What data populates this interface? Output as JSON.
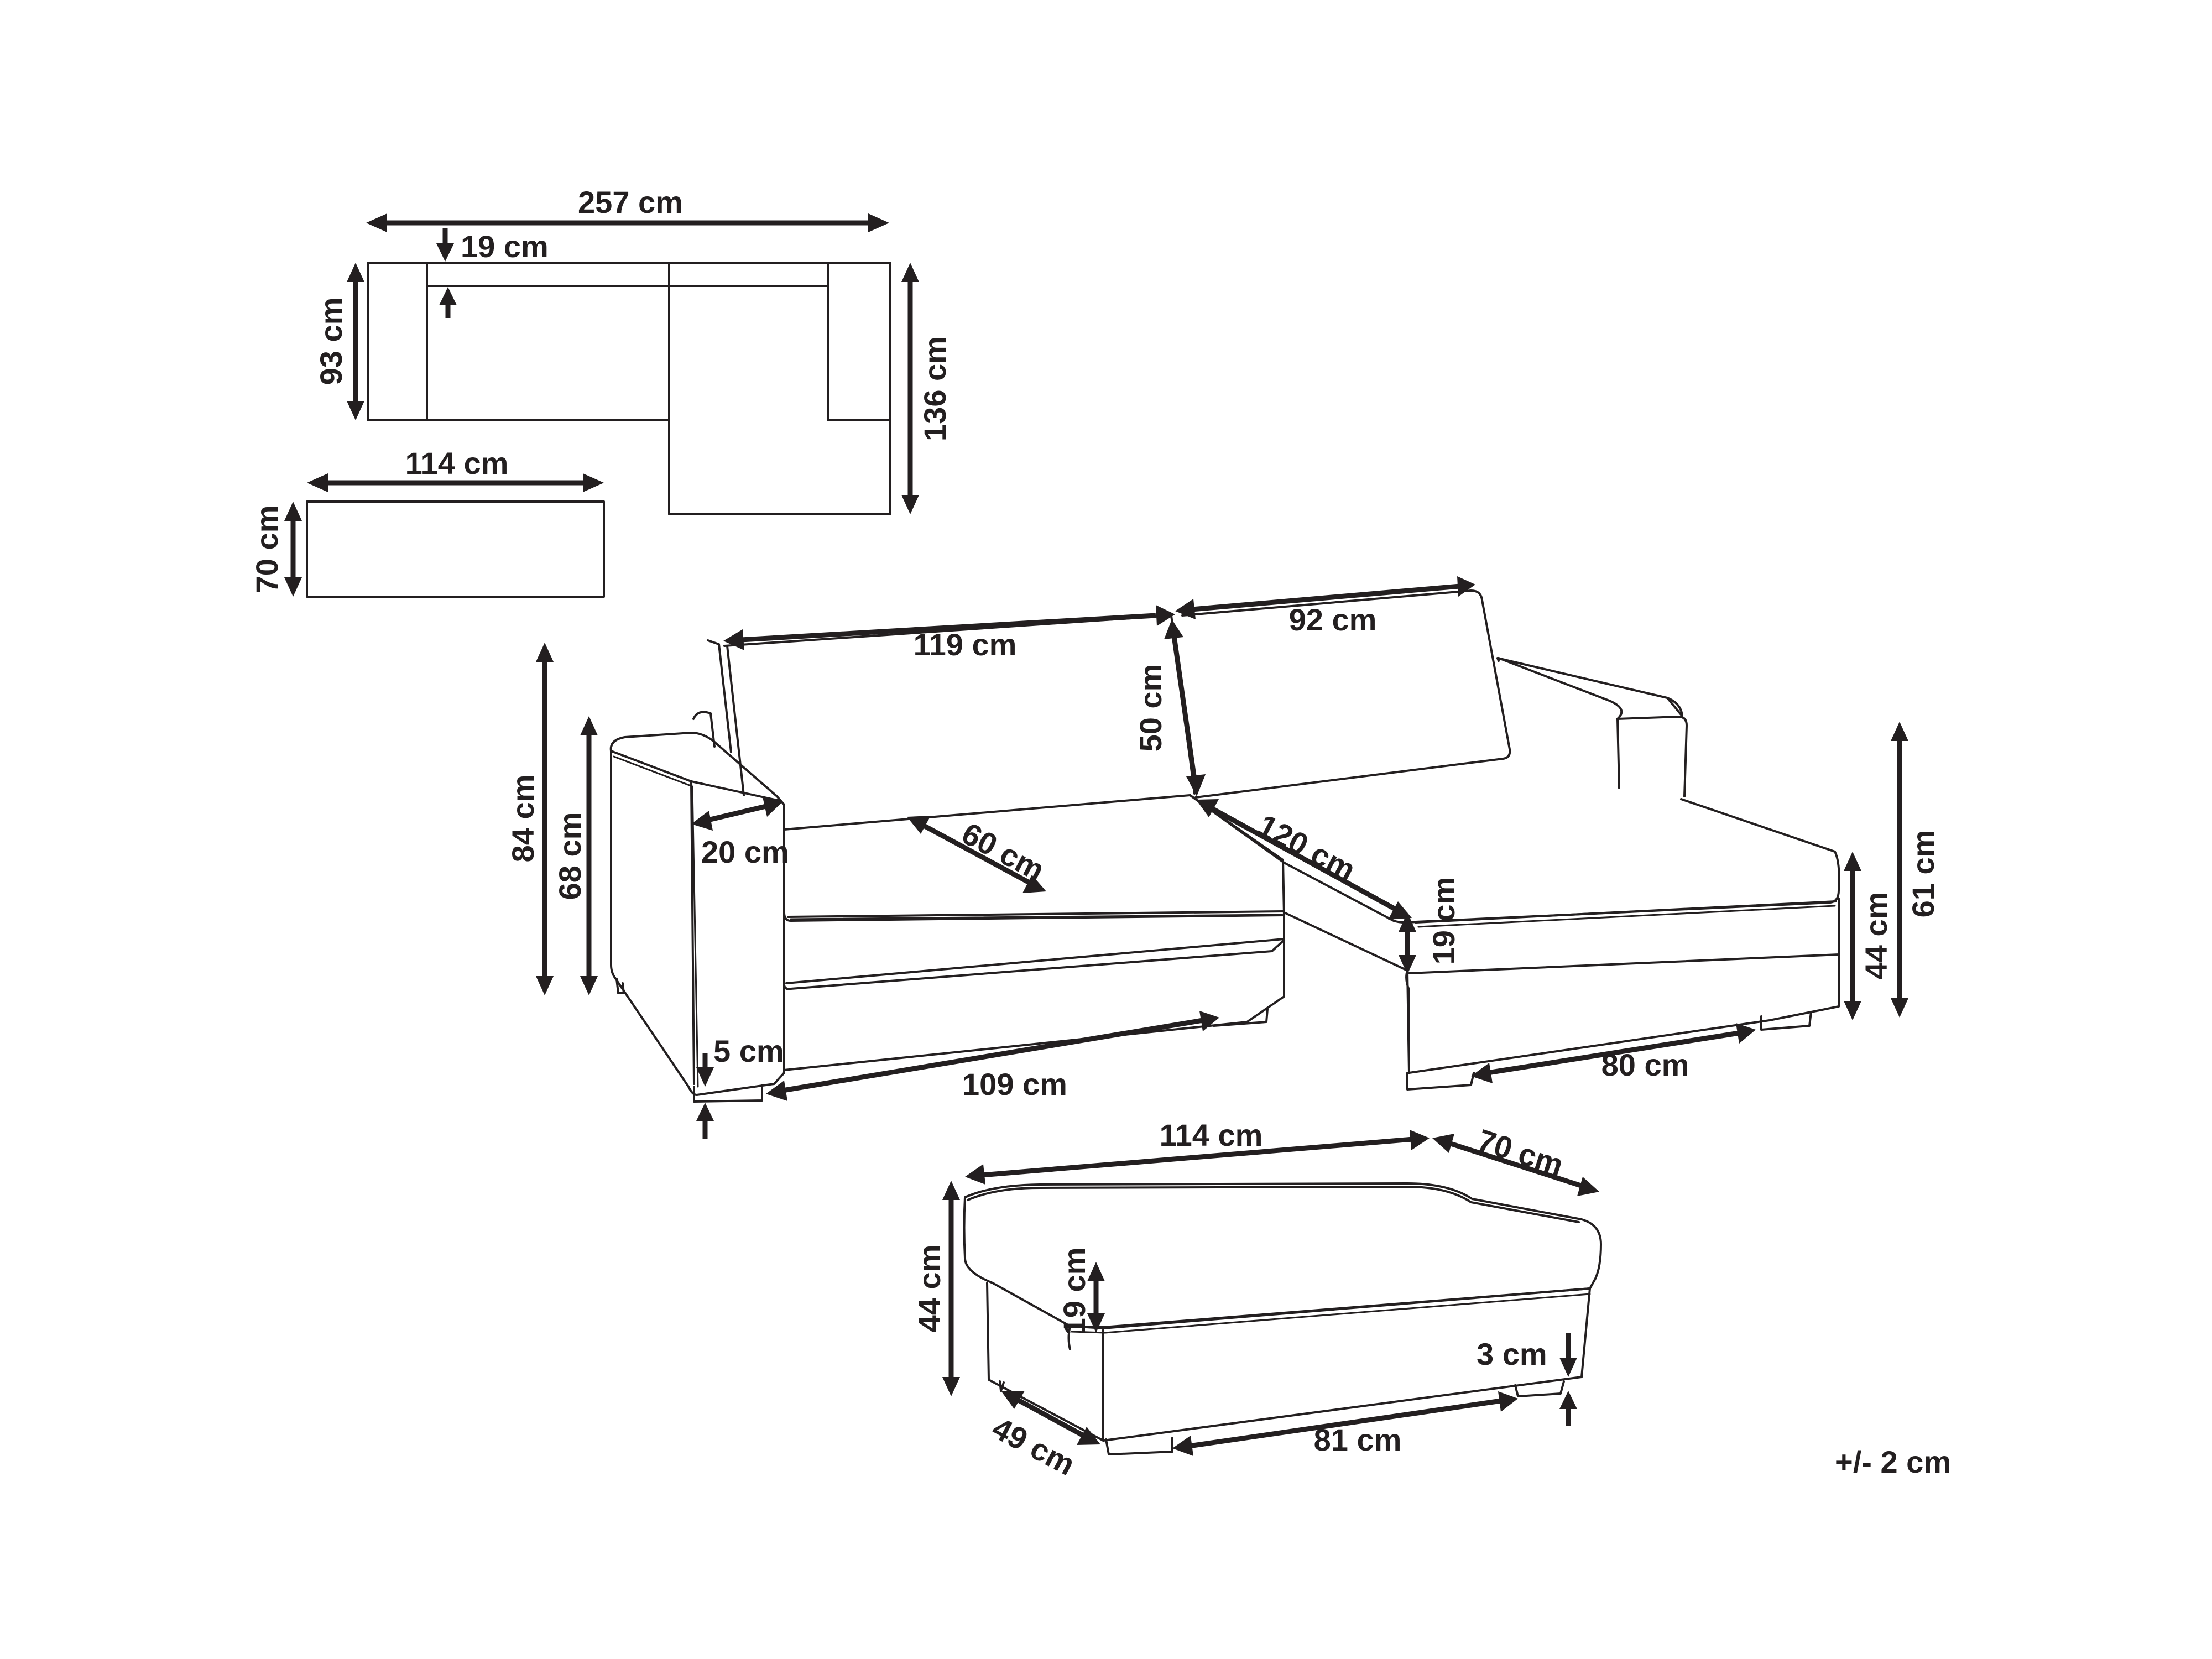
{
  "top_view": {
    "total_width": "257 cm",
    "backrest_depth": "19 cm",
    "sofa_depth": "93 cm",
    "chaise_depth": "136 cm"
  },
  "ottoman_top_view": {
    "width": "114 cm",
    "depth": "70 cm"
  },
  "sofa": {
    "cushion_width_left": "119 cm",
    "cushion_width_right": "92 cm",
    "back_cushion_height": "50 cm",
    "total_height": "84 cm",
    "armrest_height": "68 cm",
    "armrest_width": "20 cm",
    "seat_depth": "60 cm",
    "chaise_seat_length": "120 cm",
    "seat_cushion_thickness": "19 cm",
    "seat_height": "44 cm",
    "armrest_height_chaise": "61 cm",
    "leg_height": "5 cm",
    "seat_width": "109 cm",
    "chaise_width": "80 cm"
  },
  "ottoman": {
    "width": "114 cm",
    "depth": "70 cm",
    "height": "44 cm",
    "cushion_thickness": "19 cm",
    "leg_height": "3 cm",
    "inner_width": "81 cm",
    "inner_depth": "49 cm"
  },
  "tolerance": "+/- 2 cm"
}
